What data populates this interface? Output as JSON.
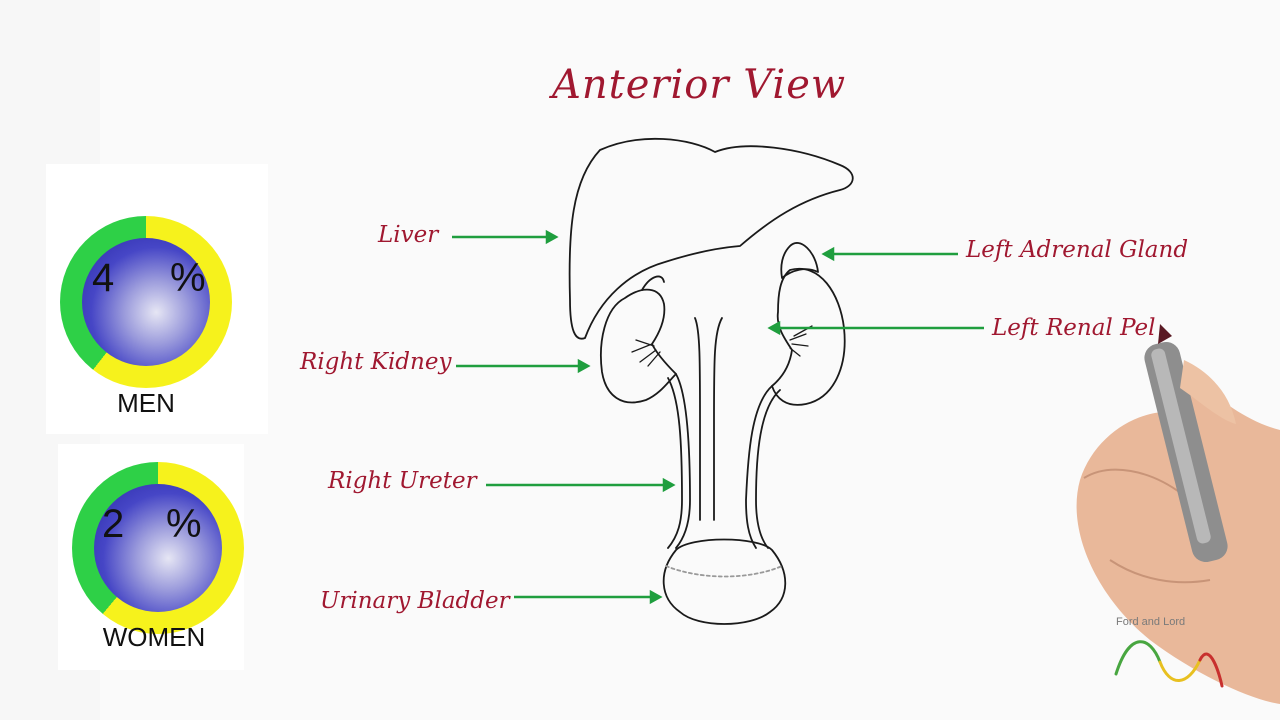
{
  "title": "Anterior View",
  "labels": {
    "liver": "Liver",
    "right_kidney": "Right Kidney",
    "right_ureter": "Right Ureter",
    "urinary_bladder": "Urinary Bladder",
    "left_adrenal_gland": "Left Adrenal Gland",
    "left_renal_pelvis": "Left Renal Pel"
  },
  "stats": {
    "men": {
      "value": "4",
      "unit": "%",
      "name": "MEN"
    },
    "women": {
      "value": "2",
      "unit": "%",
      "name": "WOMEN"
    }
  },
  "brand": {
    "name": "Ford and Lord"
  },
  "colors": {
    "label": "#a01830",
    "arrow": "#1f9e3e",
    "ring_green": "#2ed047",
    "ring_yellow": "#f6f21c",
    "globe_blue": "#3a3ac0"
  }
}
